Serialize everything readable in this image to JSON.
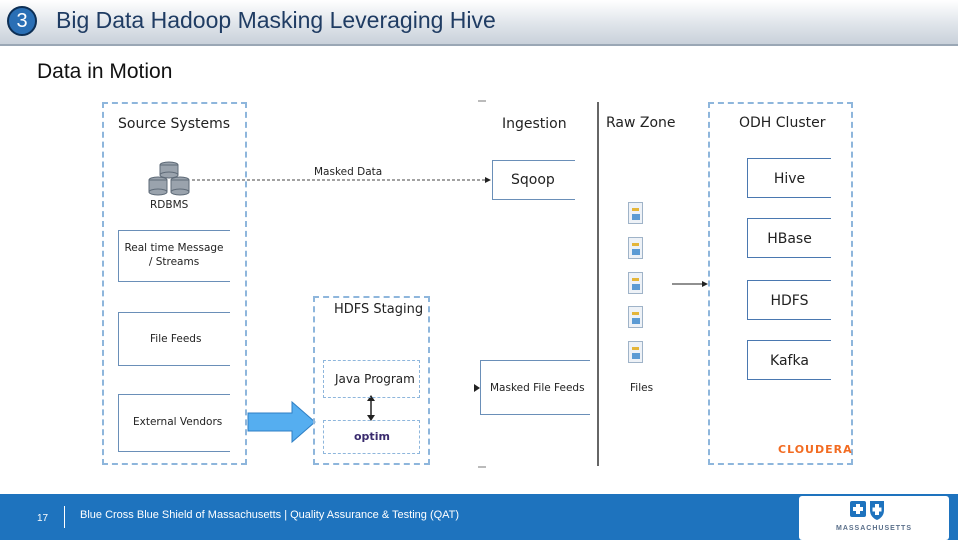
{
  "header": {
    "step_number": "3",
    "title": "Big Data Hadoop Masking Leveraging Hive"
  },
  "slide": {
    "subtitle": "Data in Motion"
  },
  "diagram": {
    "source_systems": {
      "title": "Source Systems",
      "items": [
        "RDBMS",
        "Real time Message / Streams",
        "File Feeds",
        "External Vendors"
      ]
    },
    "masked_data_label": "Masked Data",
    "ingestion": {
      "title": "Ingestion",
      "tool": "Sqoop"
    },
    "hdfs_staging": {
      "title": "HDFS Staging",
      "java_program": "Java Program",
      "optim_logo": "optim"
    },
    "masked_file_feeds": "Masked File Feeds",
    "raw_zone": {
      "title": "Raw Zone",
      "files_label": "Files"
    },
    "odh_cluster": {
      "title": "ODH Cluster",
      "components": [
        "Hive",
        "HBase",
        "HDFS",
        "Kafka"
      ],
      "vendor_logo": "CLOUDERA"
    }
  },
  "footer": {
    "page_number": "17",
    "text": "Blue Cross Blue Shield of Massachusetts | Quality Assurance & Testing (QAT)",
    "logo_text": "MASSACHUSETTS"
  },
  "colors": {
    "footer_bar": "#1e73be",
    "dashed_border": "#8eb6dc",
    "arrow_fill": "#55aef0",
    "title_text": "#1f3c63",
    "cloudera_orange": "#f26b21"
  }
}
